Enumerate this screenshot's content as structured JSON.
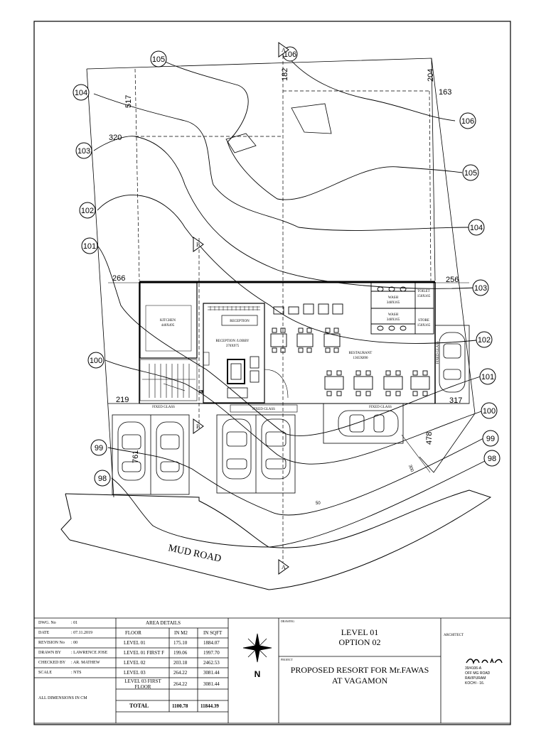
{
  "drawing": {
    "road_label": "MUD ROAD",
    "contours": {
      "c106a": "106",
      "c106b": "106",
      "c105a": "105",
      "c105b": "105",
      "c104a": "104",
      "c104b": "104",
      "c103a": "103",
      "c103b": "103",
      "c102a": "102",
      "c102b": "102",
      "c101a": "101",
      "c101b": "101",
      "c100a": "100",
      "c100b": "100",
      "c99a": "99",
      "c99b": "99",
      "c98a": "98",
      "c98b": "98"
    },
    "dimensions": {
      "d517": "517",
      "d320": "320",
      "d182": "182",
      "d204": "204",
      "d163": "163",
      "d266": "266",
      "d256": "256",
      "d219": "219",
      "d317": "317",
      "d478": "478",
      "d761": "761",
      "d300": "300",
      "d50": "50"
    },
    "rooms": {
      "kitchen": "KITCHEN",
      "kitchen_size": "440X495",
      "reception": "RECEPTION",
      "lobby": "RECEPTION /LOBBY",
      "lobby_size": "370X975",
      "restaurant": "RESTAURANT",
      "restaurant_size": "1365X890",
      "wash1": "WASH",
      "wash1_size": "348X165",
      "wash2": "WASH",
      "wash2_size": "348X165",
      "toilet": "TOILET",
      "toilet_size": "150X165",
      "store": "STORE",
      "store_size": "150X165",
      "fixed_glass_1": "FIXED GLASS",
      "fixed_glass_2": "FIXED GLASS",
      "fixed_glass_3": "FIXED GLASS",
      "fixed_glass_side": "FIXED GLASS",
      "up_label": "UP"
    },
    "section_markers": {
      "a": "A",
      "b": "B"
    },
    "north_label": "N"
  },
  "title_block": {
    "dwg_no_label": "DWG. No",
    "dwg_no": ": 01",
    "date_label": "DATE",
    "date": ": 07.11.2019",
    "revision_label": "REVISION No",
    "revision": ": 00",
    "drawn_label": "DRAWN BY",
    "drawn": ": LAWRENCE JOSE",
    "checked_label": "CHECKED BY",
    "checked": ": AR. MATHEW",
    "scale_label": "SCALE",
    "scale": ": NTS",
    "dimensions_note": "ALL DIMENSIONS IN CM",
    "area_title": "AREA DETAILS",
    "area_headers": [
      "FLOOR",
      "IN M2",
      "IN SQFT"
    ],
    "area_rows": [
      [
        "LEVEL 01",
        "175.10",
        "1884.07"
      ],
      [
        "LEVEL 01 FIRST F",
        "199.06",
        "1997.70"
      ],
      [
        "LEVEL 02",
        "203.18",
        "2462.53"
      ],
      [
        "LEVEL 03",
        "264.22",
        "3081.44"
      ],
      [
        "LEVEL 03 FIRST FLOOR",
        "264.22",
        "3081.44"
      ]
    ],
    "total_label": "TOTAL",
    "total_m2": "1100.78",
    "total_sqft": "11844.39",
    "drawing_caption": "DRAWING",
    "drawing_line1": "LEVEL 01",
    "drawing_line2": "OPTION 02",
    "project_caption": "PROJECT",
    "project_line1": "PROPOSED RESORT FOR Mr.FAWAS",
    "project_line2": "AT VAGAMON",
    "architect_caption": "ARCHITECT",
    "architect_addr1": "39/4106-A",
    "architect_addr2": "OFF MG ROAD",
    "architect_addr3": "RAVIPURAM",
    "architect_addr4": "KOCHI - 16."
  }
}
